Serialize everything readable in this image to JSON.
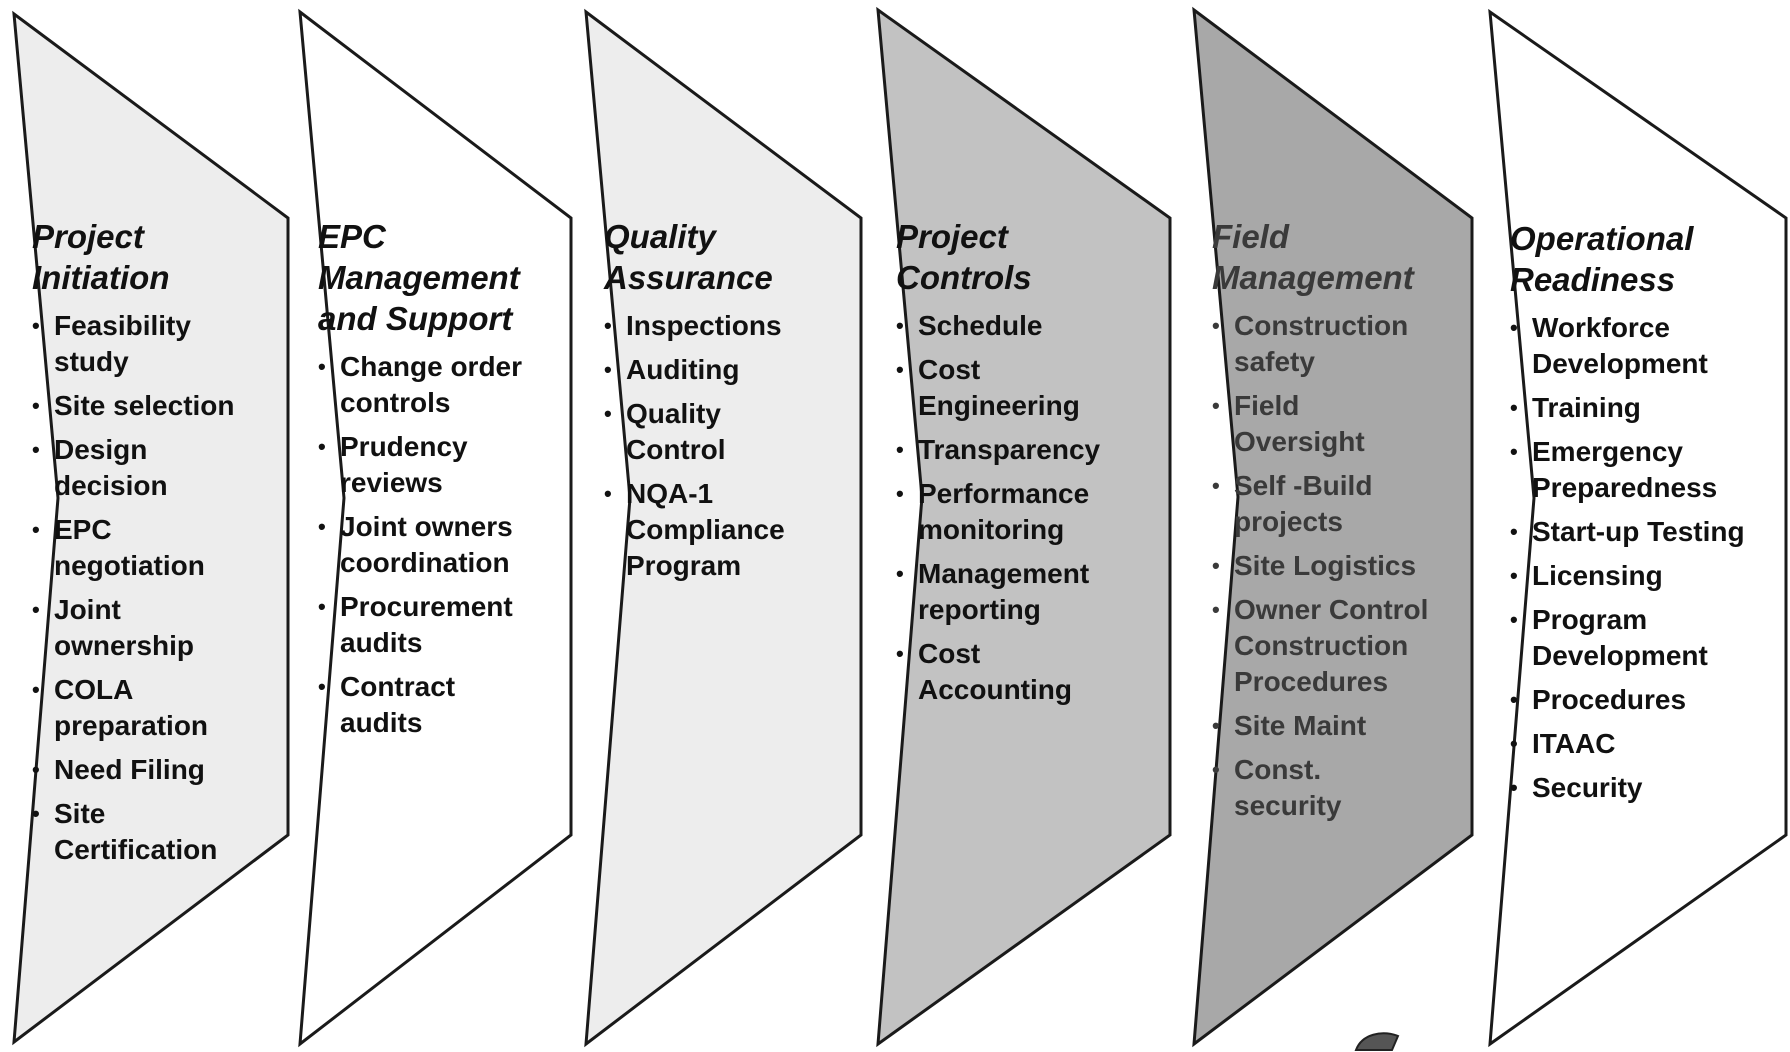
{
  "colors": {
    "outline": "#1a1a1a",
    "text": "#111111",
    "light_fill": "#ededed",
    "white_fill": "#ffffff",
    "mid_fill": "#c2c2c2",
    "dark_fill": "#a8a8a8"
  },
  "phases": [
    {
      "id": "project-initiation",
      "fill": "#ededed",
      "title": "Project\nInitiation",
      "items": [
        "Feasibility\nstudy",
        "Site selection",
        "Design\ndecision",
        "EPC\nnegotiation",
        "Joint\nownership",
        "COLA\npreparation",
        "Need Filing",
        "Site\nCertification"
      ]
    },
    {
      "id": "epc-management",
      "fill": "#ffffff",
      "title": "EPC\nManagement\nand Support",
      "items": [
        "Change order\ncontrols",
        "Prudency\nreviews",
        "Joint owners\ncoordination",
        "Procurement\naudits",
        "Contract\naudits"
      ]
    },
    {
      "id": "quality-assurance",
      "fill": "#ededed",
      "title": "Quality\nAssurance",
      "items": [
        "Inspections",
        "Auditing",
        "Quality\nControl",
        "NQA-1\nCompliance\nProgram"
      ]
    },
    {
      "id": "project-controls",
      "fill": "#c2c2c2",
      "title": "Project\nControls",
      "items": [
        "Schedule",
        "Cost\nEngineering",
        "Transparency",
        "Performance\nmonitoring",
        "Management\nreporting",
        "Cost\nAccounting"
      ]
    },
    {
      "id": "field-management",
      "fill": "#a8a8a8",
      "title": "Field\nManagement",
      "items": [
        "Construction\nsafety",
        "Field\nOversight",
        "Self -Build\nprojects",
        "Site Logistics",
        "Owner Control\nConstruction\nProcedures",
        "Site Maint",
        "Const.\nsecurity"
      ]
    },
    {
      "id": "operational-readiness",
      "fill": "#ffffff",
      "title": "Operational\nReadiness",
      "items": [
        "Workforce\nDevelopment",
        "Training",
        "Emergency\nPreparedness",
        "Start-up Testing",
        "Licensing",
        "Program\nDevelopment",
        "Procedures",
        "ITAAC",
        "Security"
      ]
    }
  ]
}
